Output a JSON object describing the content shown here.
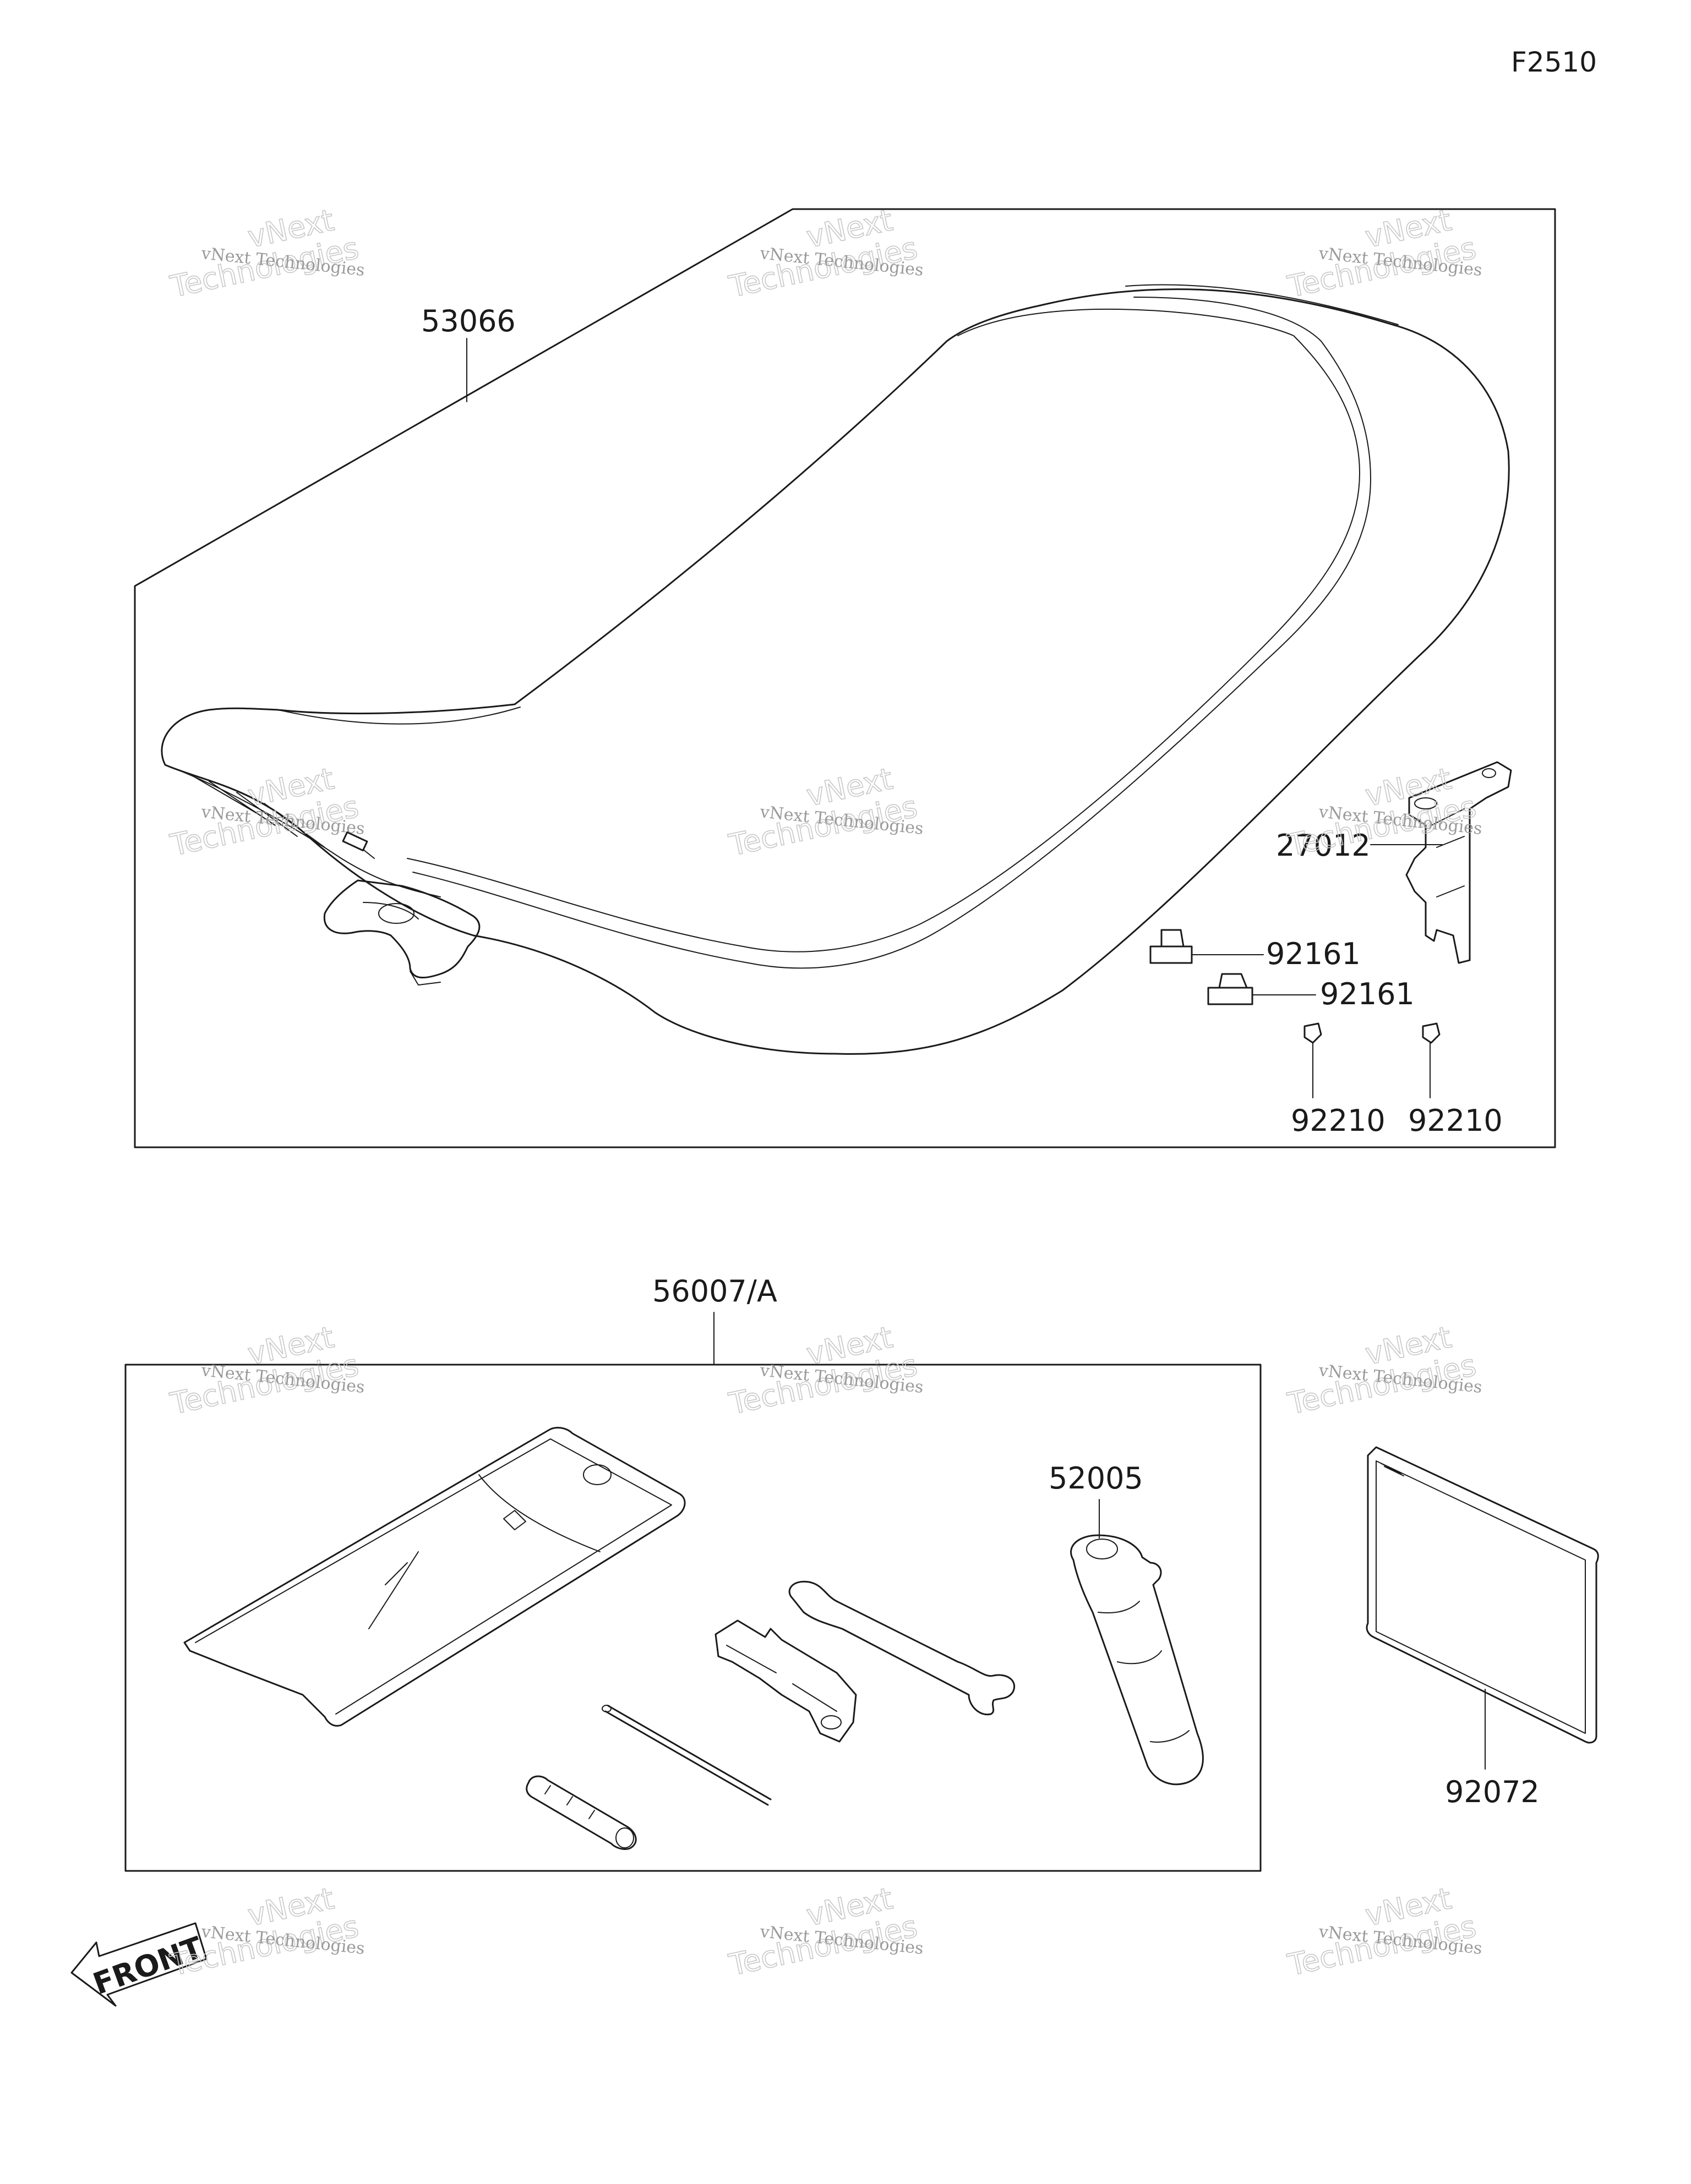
{
  "figure_ref": "F2510",
  "parts": {
    "seat": "53066",
    "bracket": "27012",
    "damper_1": "92161",
    "damper_2": "92161",
    "nut_1": "92210",
    "nut_2": "92210",
    "toolkit": "56007/A",
    "tool_52005": "52005",
    "manual": "92072"
  },
  "front_label": "FRONT",
  "watermark": {
    "line1": "vNext Technologies",
    "line2a": "vNext",
    "line2b": "Technologies"
  }
}
